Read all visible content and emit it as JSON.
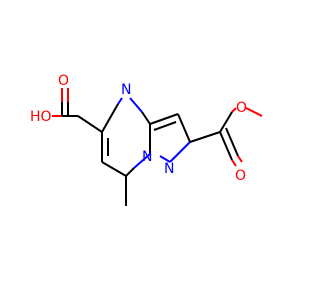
{
  "atoms": {
    "hydroxyl": {
      "text": "HO",
      "color": "#ff0000"
    },
    "acid_carbonyl_oxygen": {
      "text": "O",
      "color": "#ff0000"
    },
    "ring_nitrogen_top": {
      "text": "N",
      "color": "#0000ff"
    },
    "ester_ether_oxygen": {
      "text": "O",
      "color": "#ff0000"
    },
    "ester_carbonyl_oxygen": {
      "text": "O",
      "color": "#ff0000"
    },
    "bridgehead_nitrogen": {
      "text": "N",
      "color": "#0000ff"
    },
    "pyrazole_nitrogen": {
      "text": "N",
      "color": "#0000ff"
    }
  }
}
